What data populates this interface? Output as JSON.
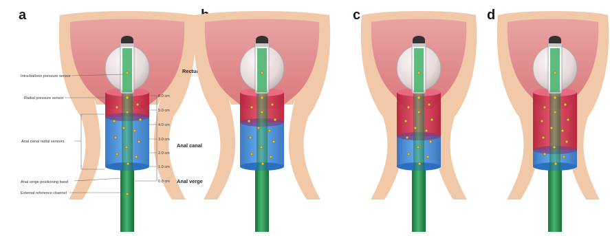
{
  "panels": [
    {
      "letter": "a",
      "red_fraction": 0.35
    },
    {
      "letter": "b",
      "red_fraction": 0.47
    },
    {
      "letter": "c",
      "red_fraction": 0.63
    },
    {
      "letter": "d",
      "red_fraction": 0.78
    }
  ],
  "annotations": {
    "intra_balloon_sensor": "Intra-balloon pressure sensor",
    "radial_sensor": "Radial pressure sensor",
    "anal_canal_radial_sensors": "Anal canal radial sensors",
    "anal_verge_band": "Anal verge positioning band",
    "external_reference": "External reference channel",
    "rectum": "Rectum",
    "anal_canal": "Anal canal",
    "anal_verge": "Anal verge"
  },
  "scale_marks": [
    "6.0 cm",
    "5.0 cm",
    "4.0 cm",
    "3.0 cm",
    "2.0 cm",
    "1.0 cm",
    "0.0 cm"
  ],
  "colors": {
    "rectum_wall": "#f1c9a9",
    "rectum_lumen": "#df8a8c",
    "red_cylinder": "#d6384f",
    "blue_cylinder": "#3f8fd8",
    "catheter": "#2c9a55",
    "sensor_dot": "#e2c24a"
  }
}
